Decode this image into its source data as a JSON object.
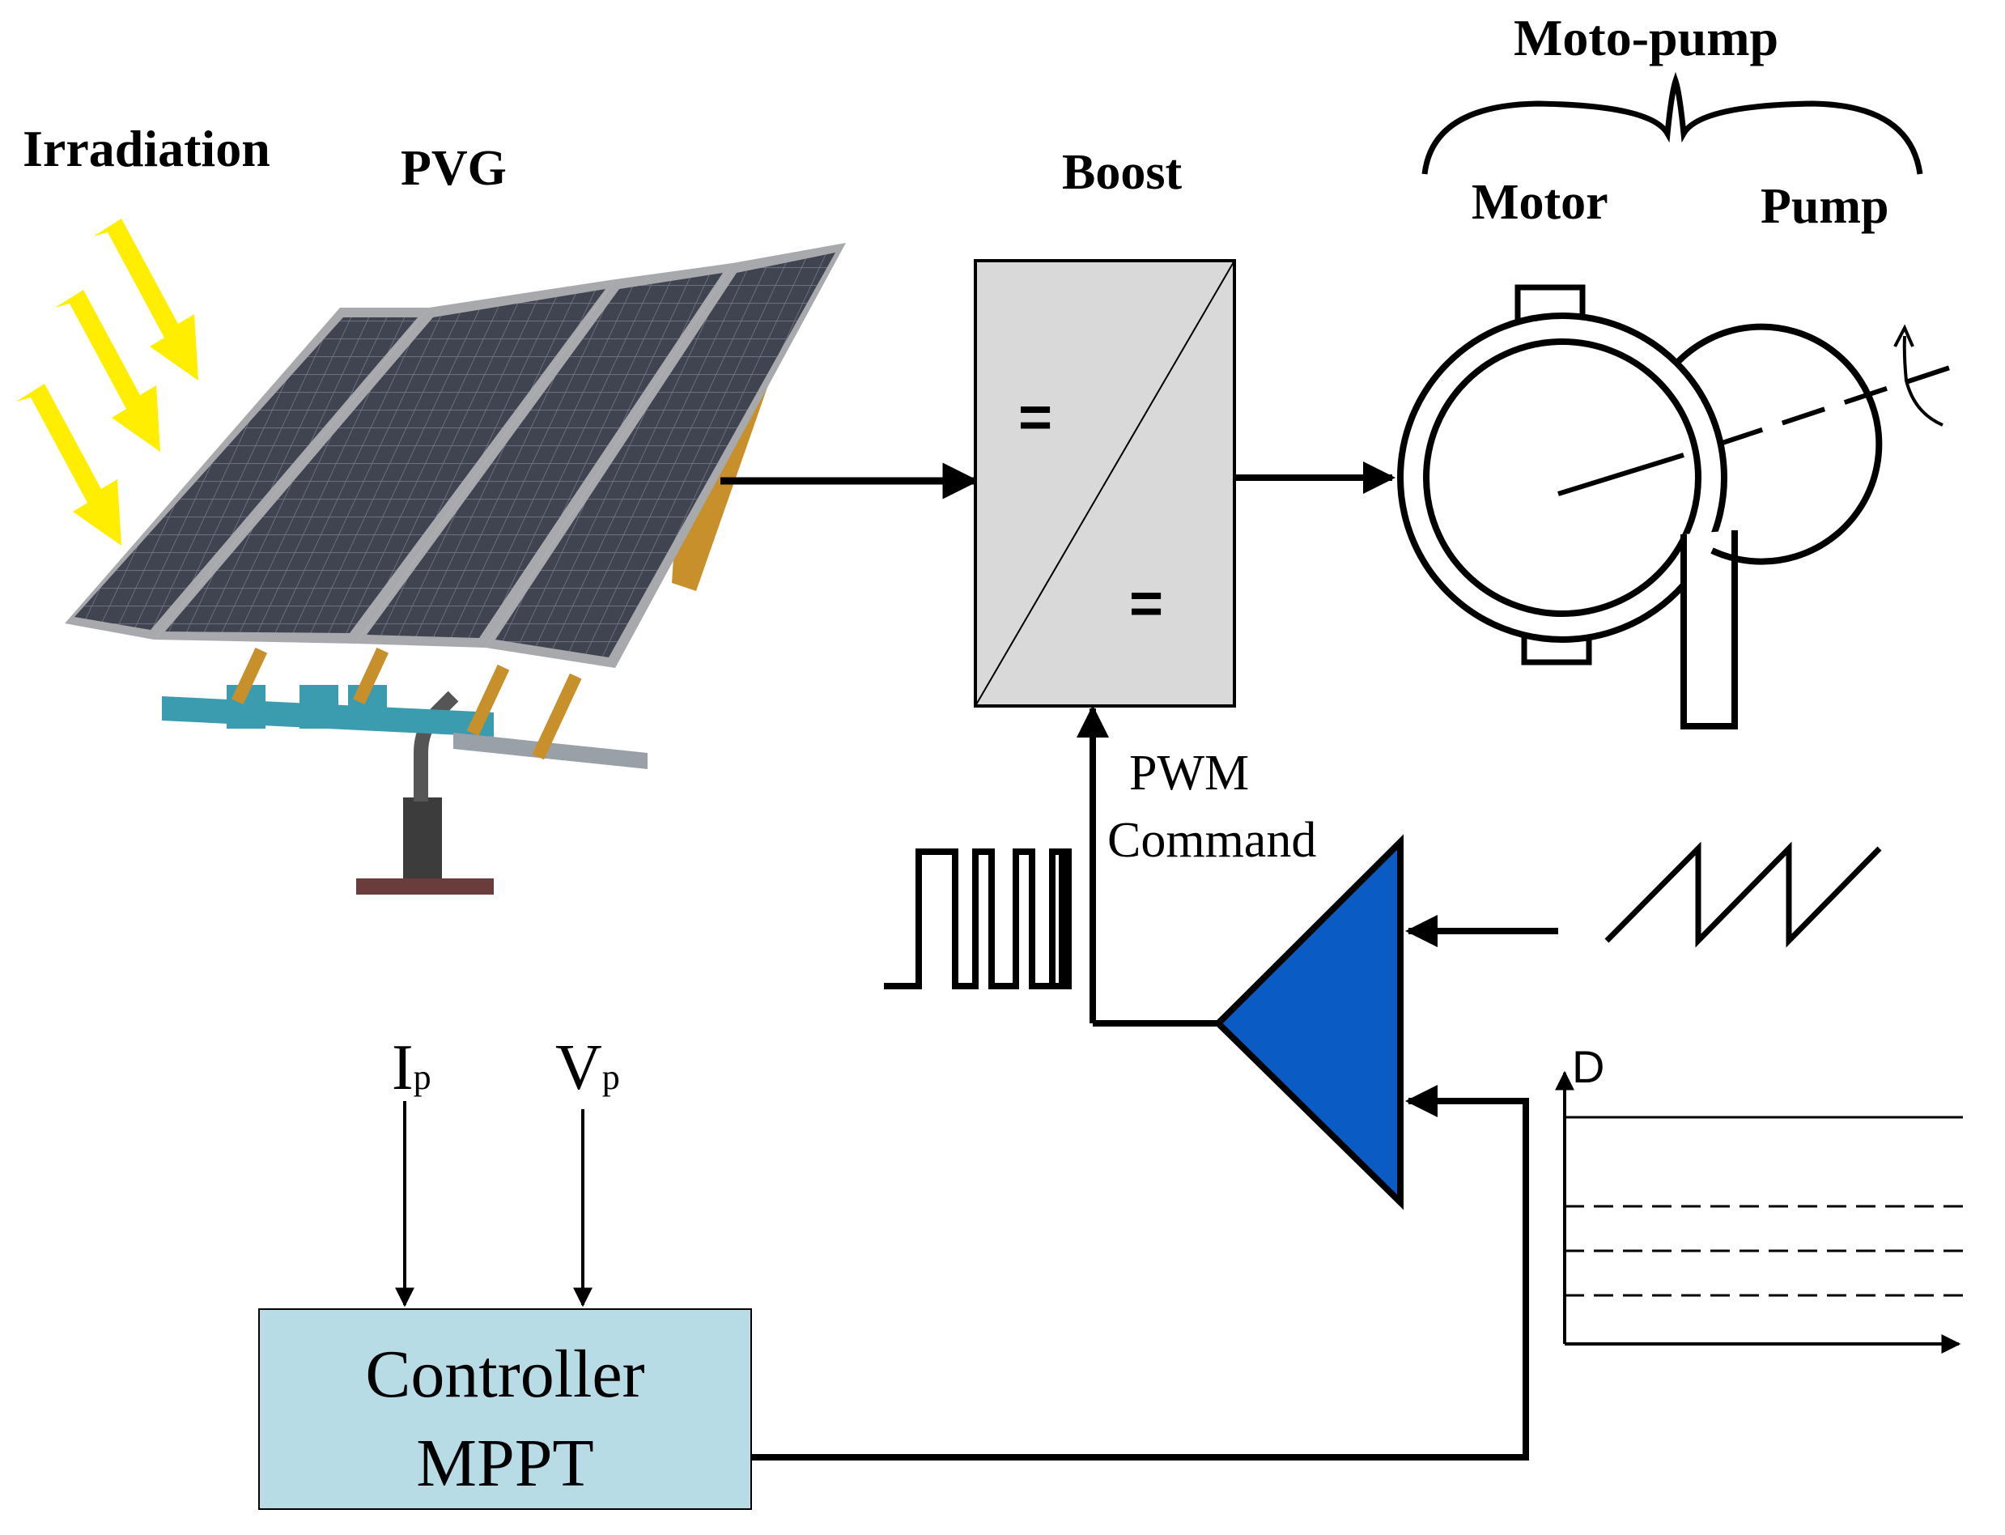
{
  "labels": {
    "irradiation": "Irradiation",
    "pvg": "PVG",
    "boost": "Boost",
    "moto_pump": "Moto-pump",
    "motor": "Motor",
    "pump": "Pump",
    "pwm_line1": "PWM",
    "pwm_line2": "Command",
    "current_main": "I",
    "current_sub": "p",
    "voltage_main": "V",
    "voltage_sub": "p",
    "controller_line1": "Controller",
    "controller_line2": "MPPT",
    "duty_axis": "D",
    "boost_eq_top": "=",
    "boost_eq_bottom": "="
  },
  "colors": {
    "sun_arrow": "#ffee00",
    "comparator": "#0a5bc4",
    "controller_fill": "#b8dce6",
    "boost_fill": "#d9d9d9",
    "panel": "#3f4450",
    "panel_frame": "#a7a9ad",
    "stand_rail": "#3b9cb0",
    "stand_brace": "#c8902a",
    "stand_base": "#6b3c3c"
  }
}
